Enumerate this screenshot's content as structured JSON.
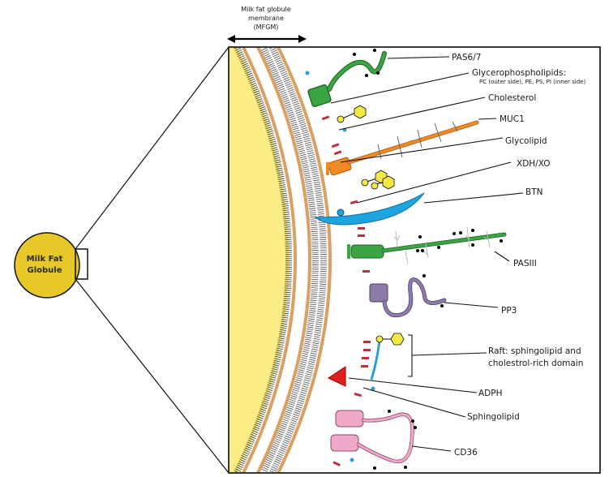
{
  "title": {
    "mfgm_line1": "Milk fat globule",
    "mfgm_line2": "membrane",
    "mfgm_line3": "(MFGM)"
  },
  "globule": {
    "line1": "Milk Fat",
    "line2": "Globule"
  },
  "labels": {
    "pas67": "PAS6/7",
    "glycerophospholipids": "Glycerophospholipids:",
    "glycerophospholipids_sub": "PC (outer side), PE, PS, PI (inner side)",
    "cholesterol": "Cholesterol",
    "muc1": "MUC1",
    "glycolipid": "Glycolipid",
    "xdh_xo": "XDH/XO",
    "btn": "BTN",
    "pasiii": "PASIII",
    "pp3": "PP3",
    "raft_line1": "Raft: sphingolipid and",
    "raft_line2": "cholestrol-rich domain",
    "adph": "ADPH",
    "sphingolipid": "Sphingolipid",
    "cd36": "CD36"
  },
  "colors": {
    "fat_core": "#fbec86",
    "globule_fill": "#e8c828",
    "head_group": "#d9a062",
    "pas67": "#3aa542",
    "muc1": "#f08a24",
    "btn": "#1ea5df",
    "pasiii": "#3aa542",
    "pp3": "#8c7aa8",
    "cd36": "#f0a8c8",
    "adph": "#e02020",
    "cholesterol": "#b8323a",
    "sugar": "#f4e842",
    "raft_marker": "#2a9fd6"
  }
}
